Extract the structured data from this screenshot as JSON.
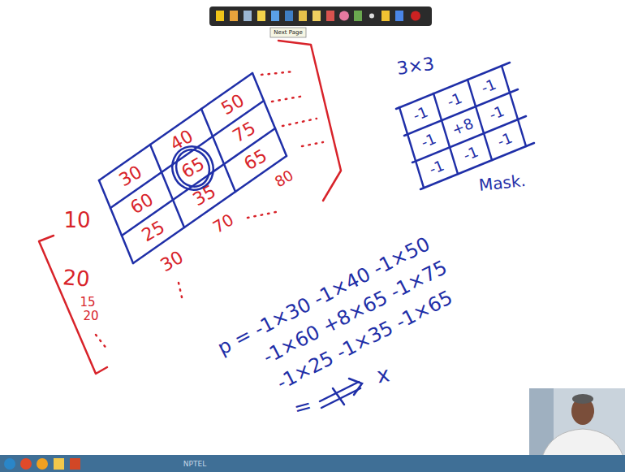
{
  "diagram": {
    "labels": [
      "Next Page",
      "3×3",
      "-1",
      "-1",
      "-1",
      "-1",
      "+8",
      "-1",
      "-1",
      "-1",
      "-1",
      "Mask.",
      "30",
      "40",
      "50",
      "60",
      "65",
      "75",
      "25",
      "35",
      "65",
      "80",
      "70",
      "30",
      "10",
      "20",
      "15",
      "20",
      "p = -1×30 -1×40 -1×50",
      "-1×60 +8×65 -1×75",
      "-1×25 -1×35 -1×65",
      "=",
      "x",
      "NPTEL"
    ]
  }
}
